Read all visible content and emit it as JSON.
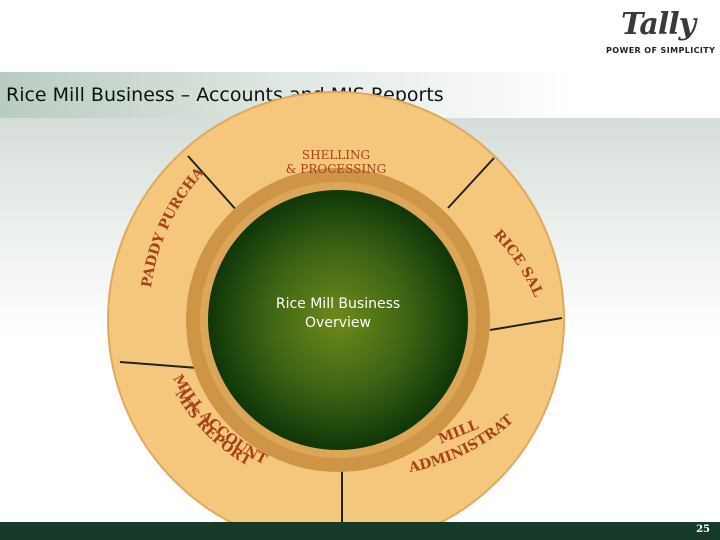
{
  "brand": {
    "logo_text": "Tally",
    "tagline": "POWER OF SIMPLICITY"
  },
  "slide": {
    "title": "Rice Mill Business – Accounts and MIS Reports",
    "page_number": "25"
  },
  "diagram": {
    "center_line1": "Rice Mill Business",
    "center_line2": "Overview",
    "segments": {
      "top_line1": "SHELLING",
      "top_line2": "& PROCESSING",
      "upper_left": "PADDY PURCHASE",
      "upper_right": "RICE SALES",
      "lower_left_line1": "MILL ACCOUNTS",
      "lower_left_line2": "MIS REPORTS",
      "lower_right_line1": "MILL",
      "lower_right_line2": "ADMINISTRATION"
    }
  },
  "colors": {
    "ring_fill": "#f5c77c",
    "ring_text": "#a8401a",
    "inner_ring": "#cd9545",
    "center_dark": "#0f3608",
    "center_light": "#6f8a1a",
    "footer": "#173a29"
  }
}
